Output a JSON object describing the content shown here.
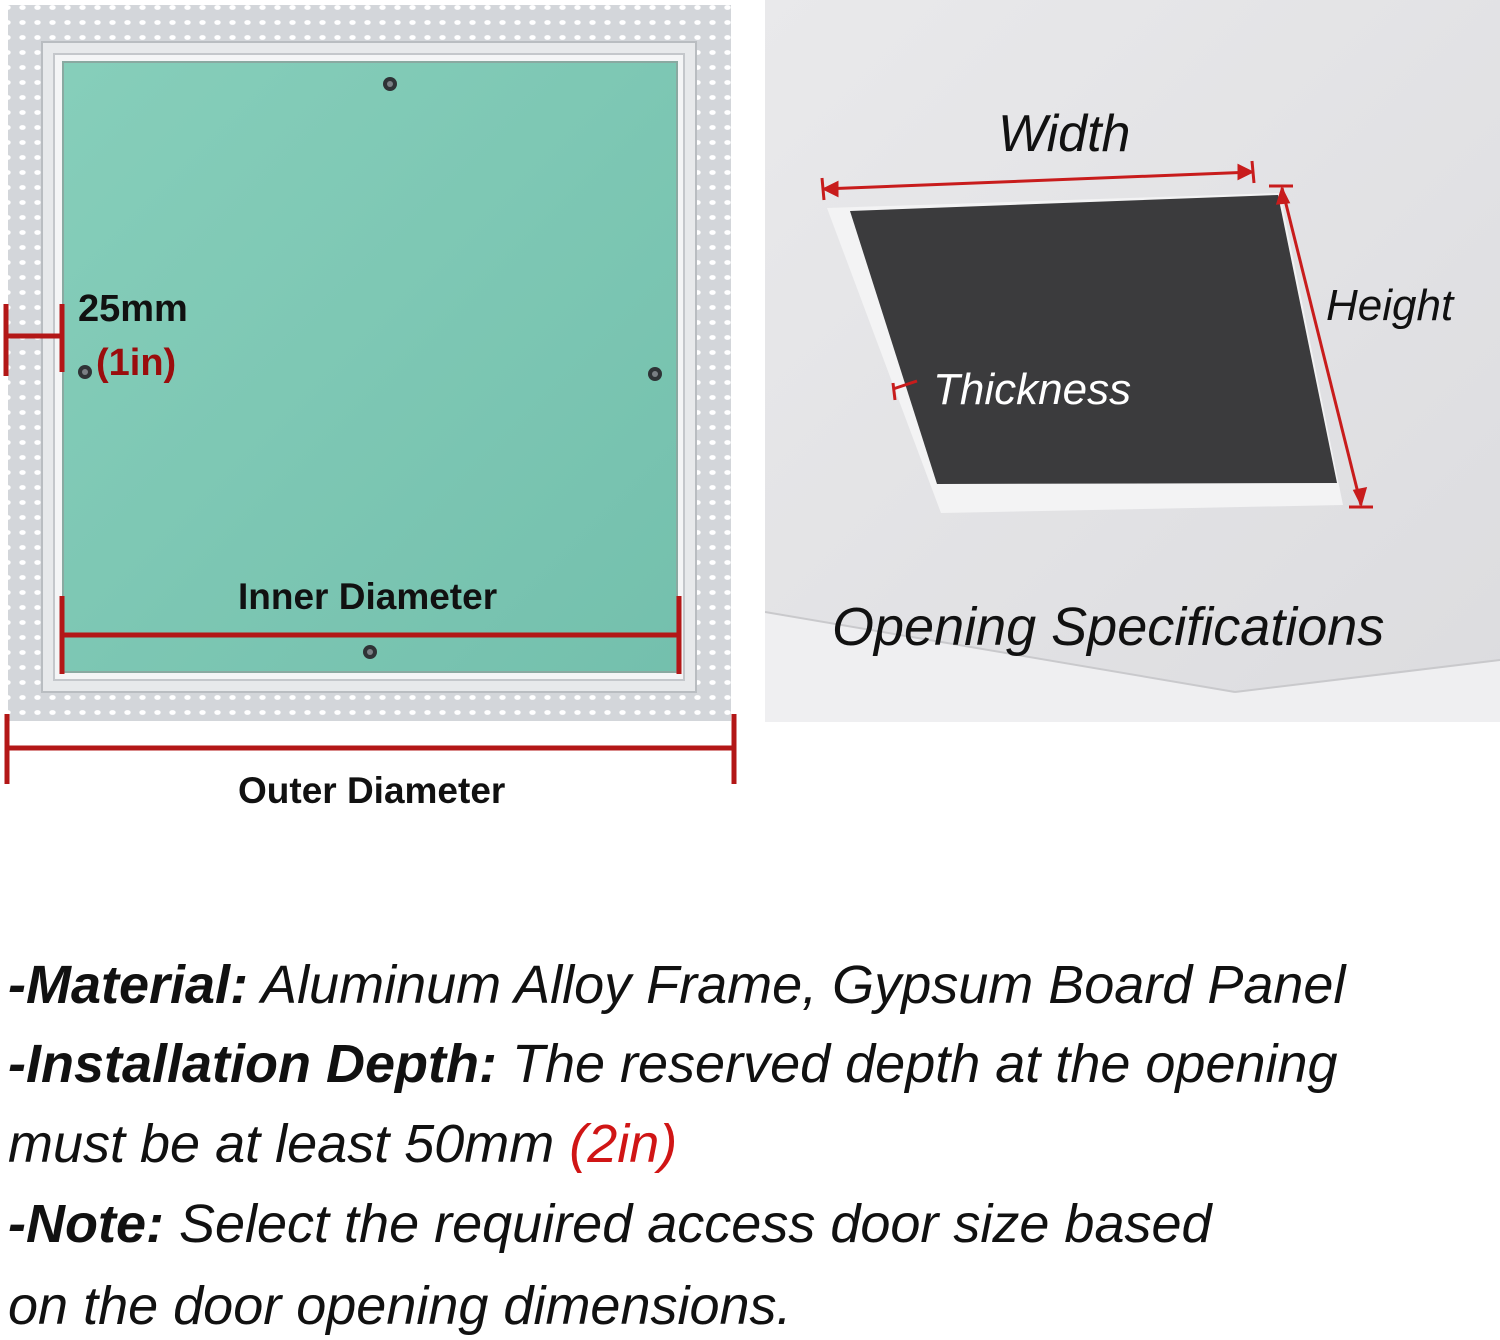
{
  "door_panel": {
    "frame_width_label": "25mm",
    "frame_width_imperial": "(1in)",
    "inner_label": "Inner Diameter",
    "outer_label": "Outer Diameter"
  },
  "opening_panel": {
    "width_label": "Width",
    "height_label": "Height",
    "thickness_label": "Thickness",
    "title": "Opening Specifications"
  },
  "specs": {
    "material_key": "-Material:",
    "material_value": " Aluminum Alloy Frame, Gypsum Board Panel",
    "depth_key": "-Installation Depth:",
    "depth_value_line1": " The reserved depth at the opening",
    "depth_value_line2": "must be at least 50mm ",
    "depth_value_imperial": "(2in)",
    "note_key": "-Note:",
    "note_value_line1": " Select the required access door size based",
    "note_value_line2": "on the door opening dimensions."
  },
  "colors": {
    "panel_green": "#7ec8b6",
    "frame_silver": "#d7dadd",
    "dimension_red": "#b31717",
    "opening_dark": "#3b3b3d",
    "ceiling_gray": "#e6e6e8"
  }
}
